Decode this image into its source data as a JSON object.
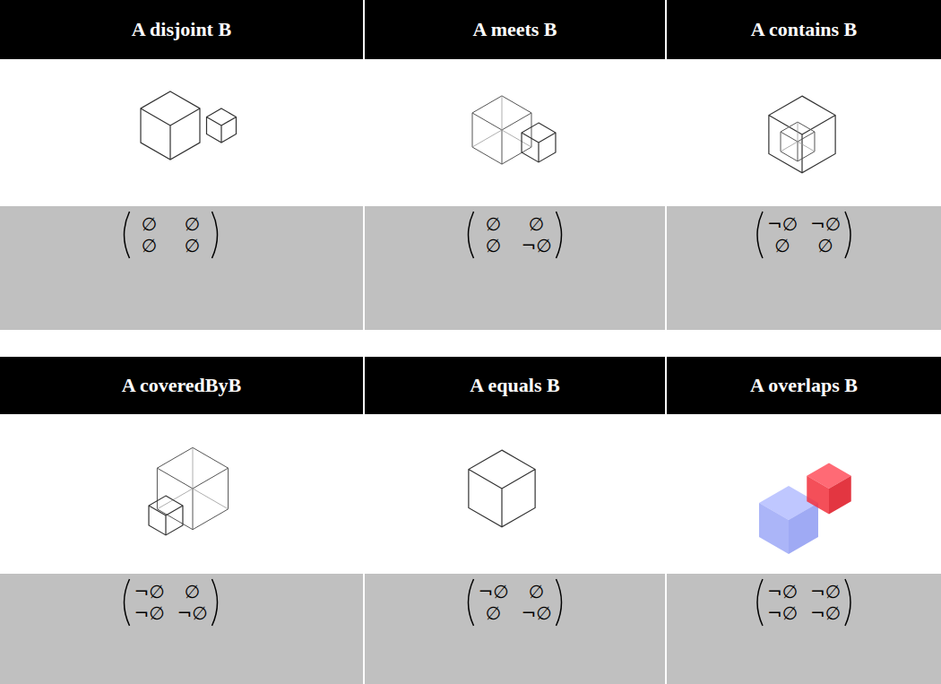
{
  "diagram": {
    "nodes": [
      {
        "text": [
          "A disjoint B"
        ]
      },
      {
        "text": [
          "A meets B"
        ]
      },
      {
        "text": [
          "A contains B"
        ]
      },
      {
        "text": [
          "A coveredByB"
        ]
      },
      {
        "text": [
          "A equals B"
        ]
      },
      {
        "text": [
          "A overlaps B"
        ]
      }
    ],
    "labels": [
      "∅",
      "∅",
      "∅",
      "∅",
      "∅",
      "∅",
      "∅",
      "¬∅",
      "¬∅",
      "¬∅",
      "∅",
      "∅",
      "¬∅",
      "∅",
      "¬∅",
      "¬∅",
      "¬∅",
      "∅",
      "∅",
      "¬∅",
      "¬∅",
      "¬∅",
      "¬∅",
      "¬∅"
    ]
  }
}
